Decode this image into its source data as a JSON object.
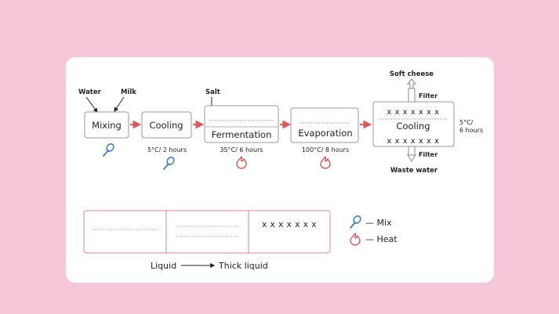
{
  "colors": {
    "background": "#f6c7d8",
    "card": "#ffffff",
    "arrow": "#e05555",
    "heat_icon": "#e05555",
    "mix_icon": "#3d7fc4",
    "box_stroke": "#999999",
    "text": "#222222"
  },
  "process": {
    "inputs": {
      "water": "Water",
      "milk": "Milk",
      "salt": "Salt"
    },
    "steps": {
      "mixing": {
        "label": "Mixing",
        "icon": "mix-icon"
      },
      "cooling1": {
        "label": "Cooling",
        "condition": "5°C/ 2 hours",
        "icon": "mix-icon"
      },
      "fermentation": {
        "label": "Fermentation",
        "condition": "35°C/ 6 hours",
        "icon": "heat-icon"
      },
      "evaporation": {
        "label": "Evaporation",
        "condition": "100°C/ 8 hours",
        "icon": "heat-icon"
      },
      "cooling2": {
        "label": "Cooling",
        "condition_line1": "5°C/",
        "condition_line2": "6 hours",
        "crystal_row": "x x x x x x x"
      }
    },
    "outputs": {
      "soft_cheese": "Soft cheese",
      "filter_top": "Filter",
      "filter_bottom": "Filter",
      "waste_water": "Waste water"
    }
  },
  "states": {
    "solid_row": "x x x x x x x",
    "liquid": "Liquid",
    "thick_liquid": "Thick liquid"
  },
  "legend": {
    "mix": {
      "icon": "mix-icon",
      "label": "— Mix"
    },
    "heat": {
      "icon": "heat-icon",
      "label": "— Heat"
    }
  }
}
